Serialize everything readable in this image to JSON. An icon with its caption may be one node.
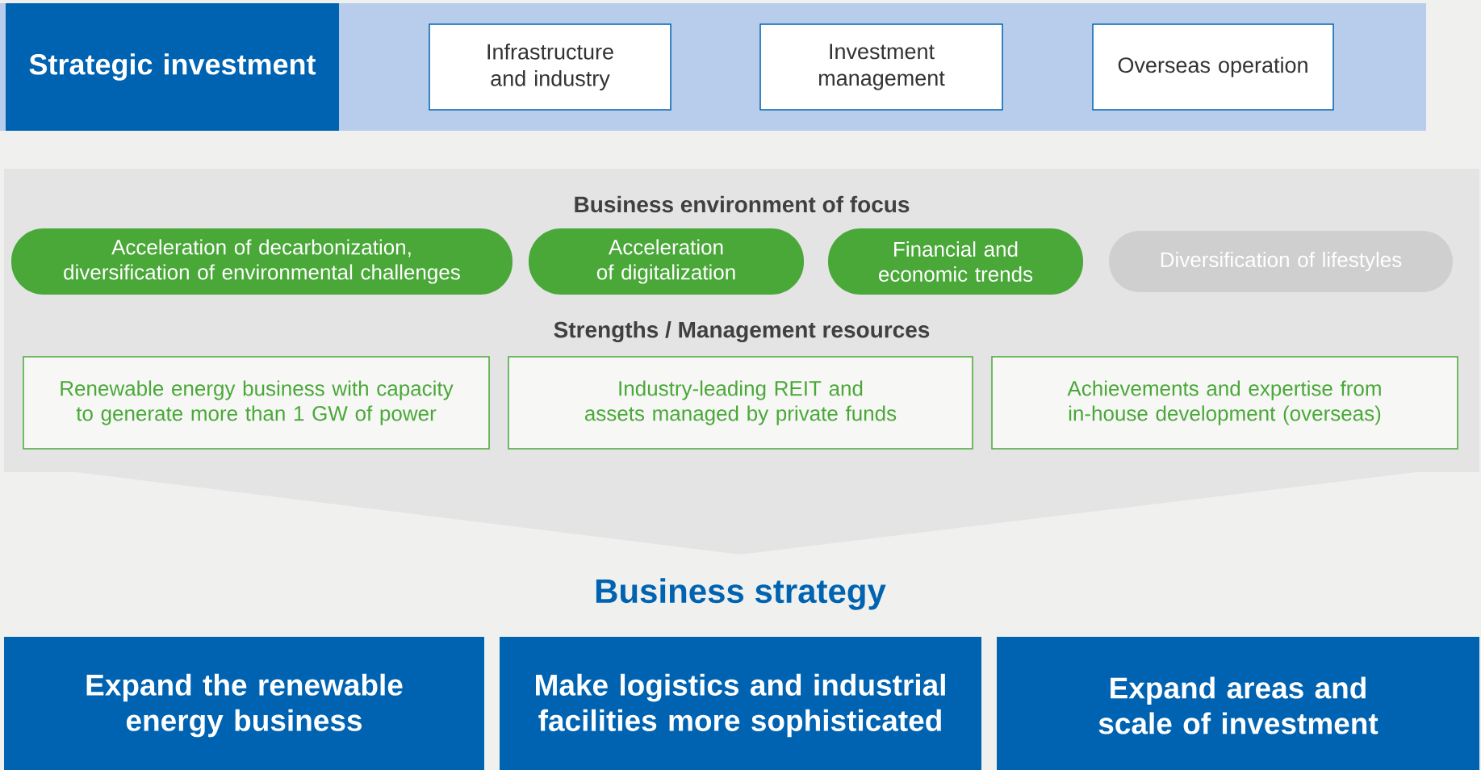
{
  "diagram": {
    "nodes": [
      {
        "text": [
          "Strategic investment"
        ]
      },
      {
        "text": [
          "Infrastructure and industry"
        ]
      },
      {
        "text": [
          "Investment management"
        ]
      },
      {
        "text": [
          "Overseas operation"
        ]
      },
      {
        "text": [
          "Business environment of focus",
          "Strengths / Management resources"
        ]
      },
      {
        "text": [
          "Acceleration of decarbonization, diversification of environmental challenges"
        ],
        "in": 4
      },
      {
        "text": [
          "Acceleration of digitalization"
        ],
        "in": 4
      },
      {
        "text": [
          "Financial and economic trends"
        ],
        "in": 4
      },
      {
        "text": [
          "Diversification of lifestyles"
        ],
        "in": 4
      },
      {
        "text": [
          "Renewable energy business with capacity to generate more than 1 GW of power"
        ],
        "in": 4
      },
      {
        "text": [
          "Industry-leading REIT and assets managed by private funds"
        ],
        "in": 4
      },
      {
        "text": [
          "Achievements and expertise from in-house development (overseas)"
        ],
        "in": 4
      },
      {
        "text": [
          "Expand the renewable energy business"
        ]
      },
      {
        "text": [
          "Make logistics and industrial facilities more sophisticated"
        ]
      },
      {
        "text": [
          "Expand areas and scale of investment"
        ]
      }
    ],
    "labels": [
      "Business strategy"
    ]
  }
}
